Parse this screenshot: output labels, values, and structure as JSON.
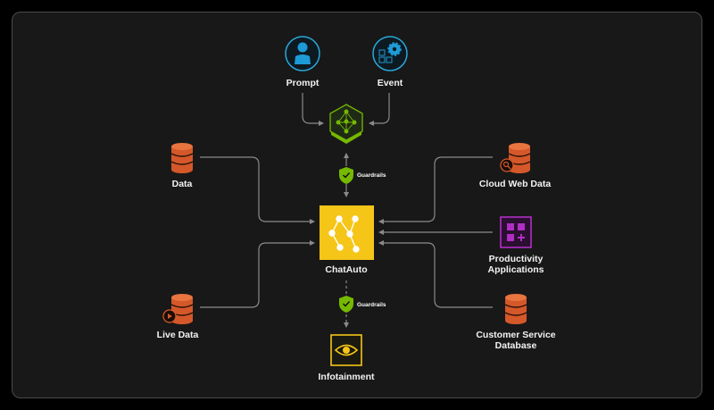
{
  "nodes": {
    "prompt": "Prompt",
    "event": "Event",
    "data": "Data",
    "cloud_web_data": "Cloud Web Data",
    "productivity_line1": "Productivity",
    "productivity_line2": "Applications",
    "chatauto": "ChatAuto",
    "live_data": "Live Data",
    "customer_service_line1": "Customer Service",
    "customer_service_line2": "Database",
    "infotainment": "Infotainment"
  },
  "guardrails": {
    "top": "Guardrails",
    "bottom": "Guardrails"
  },
  "colors": {
    "frame_bg": "#181818",
    "connector": "#8a8a8a",
    "chatauto": "#f5c518",
    "database": "#d4582a",
    "nvidia_green": "#76b900",
    "productivity": "#b02ec4",
    "person_blue": "#1e9bd7"
  },
  "icons": {
    "prompt": "person-icon",
    "event": "gear-grid-icon",
    "orchestrator": "neural-cube-icon",
    "data": "database-icon",
    "cloud_web_data": "database-search-icon",
    "productivity": "app-grid-icon",
    "live_data": "database-play-icon",
    "customer_service": "database-icon",
    "chatauto": "workflow-icon",
    "guardrails": "shield-check-icon",
    "infotainment": "eye-icon"
  }
}
